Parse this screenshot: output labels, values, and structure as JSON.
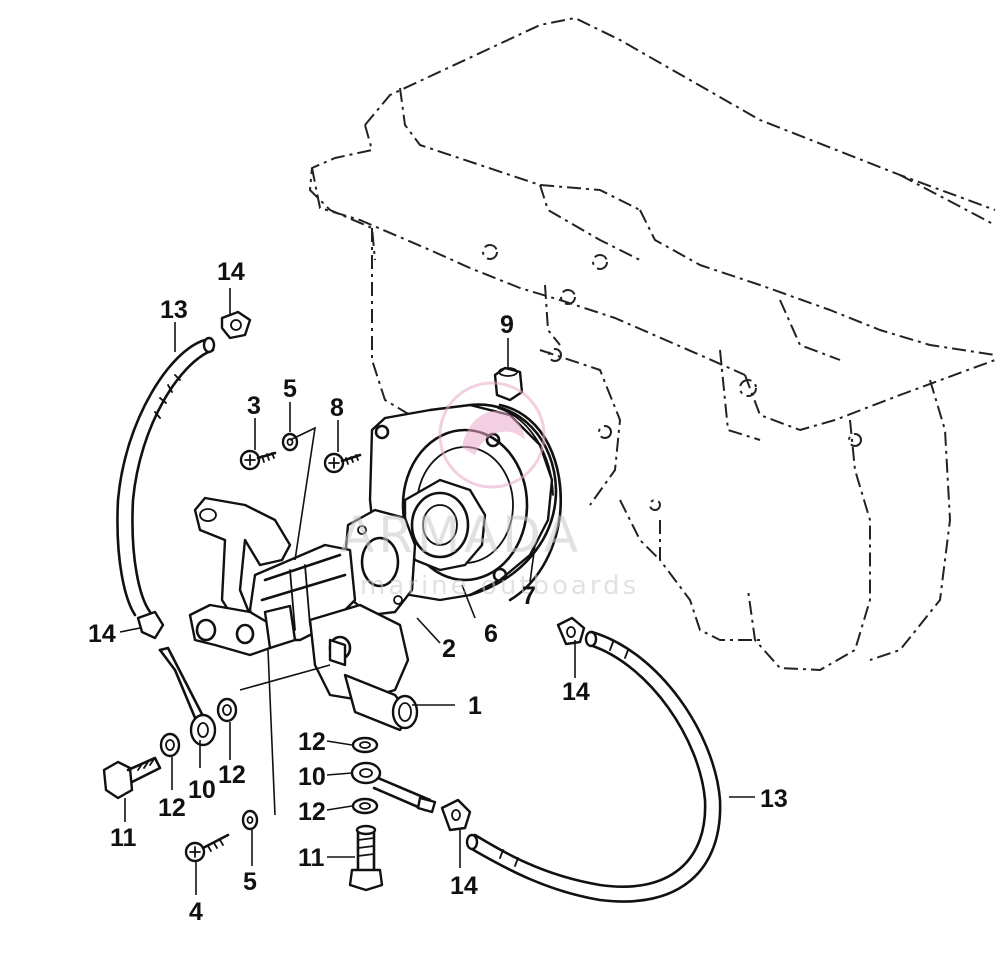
{
  "callouts": {
    "c1": "1",
    "c2": "2",
    "c3": "3",
    "c4": "4",
    "c5a": "5",
    "c5b": "5",
    "c6": "6",
    "c7": "7",
    "c8": "8",
    "c9": "9",
    "c10a": "10",
    "c10b": "10",
    "c11a": "11",
    "c11b": "11",
    "c12a": "12",
    "c12b": "12",
    "c12c": "12",
    "c12d": "12",
    "c13a": "13",
    "c13b": "13",
    "c14a": "14",
    "c14b": "14",
    "c14c": "14",
    "c14d": "14"
  },
  "watermark": {
    "brand": "ARMADA",
    "tagline": "marine outboards"
  }
}
